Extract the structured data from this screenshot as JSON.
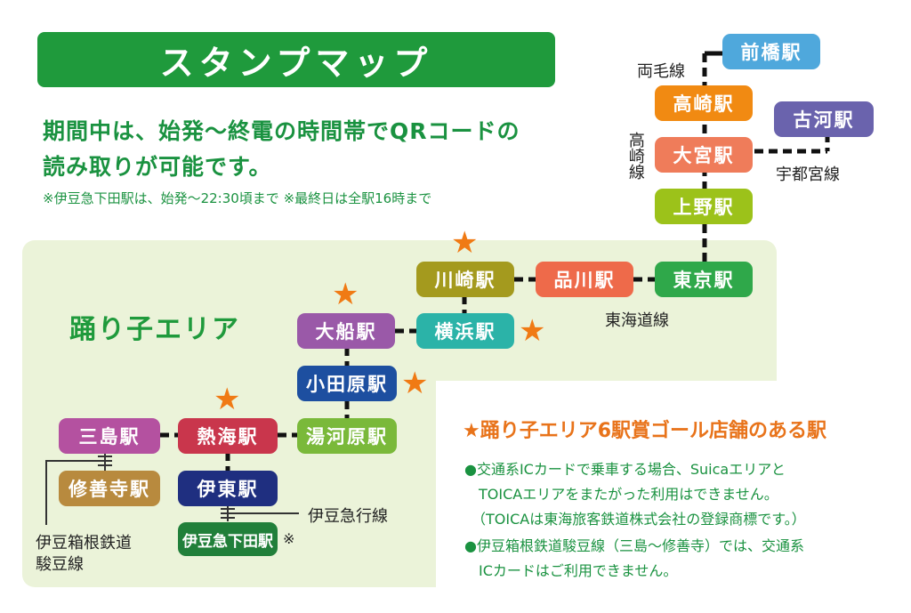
{
  "title": "スタンプマップ",
  "intro": {
    "line1": "期間中は、始発～終電の時間帯でQRコードの",
    "line2": "読み取りが可能です。",
    "note": "※伊豆急下田駅は、始発～22:30頃まで ※最終日は全駅16時まで"
  },
  "area_title": "踊り子エリア",
  "stations": {
    "maebashi": "前橋駅",
    "takasaki": "高崎駅",
    "omiya": "大宮駅",
    "ueno": "上野駅",
    "koga": "古河駅",
    "tokyo": "東京駅",
    "shinagawa": "品川駅",
    "kawasaki": "川崎駅",
    "yokohama": "横浜駅",
    "ofuna": "大船駅",
    "odawara": "小田原駅",
    "yugawara": "湯河原駅",
    "atami": "熱海駅",
    "mishima": "三島駅",
    "shuzenji": "修善寺駅",
    "ito": "伊東駅",
    "izukyu_shimoda": "伊豆急下田駅"
  },
  "shimoda_mark": "※",
  "lines": {
    "ryomo": "両毛線",
    "takasaki": "高崎線",
    "utsunomiya": "宇都宮線",
    "tokaido": "東海道線",
    "izukyu": "伊豆急行線",
    "izuhakone_line1": "伊豆箱根鉄道",
    "izuhakone_line2": "駿豆線"
  },
  "legend": {
    "star": "★",
    "text": "踊り子エリア6駅賞ゴール店舗のある駅"
  },
  "notes": [
    "●交通系ICカードで乗車する場合、Suicaエリアと",
    "TOICAエリアをまたがった利用はできません。",
    "（TOICAは東海旅客鉄道株式会社の登録商標です。）",
    "●伊豆箱根鉄道駿豆線（三島～修善寺）では、交通系",
    "ICカードはご利用できません。"
  ],
  "colors": {
    "title_bg": "#1f9a3c",
    "area_bg": "#ebf3d9",
    "star": "#f07a14",
    "maebashi": "#4fa8dc",
    "takasaki": "#f18a12",
    "omiya": "#ef7c5a",
    "ueno": "#9cc21a",
    "koga": "#6a63ad",
    "tokyo": "#2fa84a",
    "shinagawa": "#ee6a4a",
    "kawasaki": "#a49a1e",
    "yokohama": "#2bb3a8",
    "ofuna": "#9a59a8",
    "odawara": "#1d4fa0",
    "yugawara": "#7ab93a",
    "atami": "#c9364c",
    "mishima": "#b451a0",
    "shuzenji": "#b88a3e",
    "ito": "#1f2f80",
    "izukyu_shimoda": "#217f3a"
  }
}
